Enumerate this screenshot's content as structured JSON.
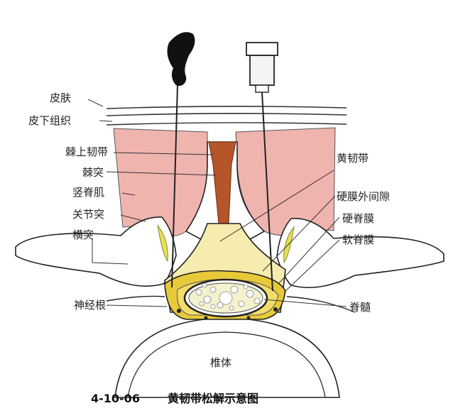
{
  "labels": {
    "skin": "皮肤",
    "subcutaneous": "皮下组织",
    "supraspinous_ligament": "棘上韧带",
    "spinous_process": "棘突",
    "erector_spinae": "竖脊肌",
    "articular_process": "关节突",
    "transverse_process": "横突",
    "nerve_root": "神经根",
    "ligamentum_flavum": "黄韧带",
    "epidural_space": "硬膜外间隙",
    "dura_mater": "硬脊膜",
    "pia_mater": "软脊膜",
    "spinal_cord": "脊髓",
    "vertebral_body": "椎体"
  },
  "caption": {
    "figure_number": "4-10-06",
    "title": "黄韧带松解示意图"
  },
  "colors": {
    "muscle": "#f0b4ae",
    "bone_fill": "#ffffff",
    "outline": "#222222",
    "ligament": "#b5552a",
    "epidural_fat": "#f6ecb0",
    "dura": "#e8c93a",
    "cord": "#f4f1cf",
    "needle_handle": "#111111"
  }
}
